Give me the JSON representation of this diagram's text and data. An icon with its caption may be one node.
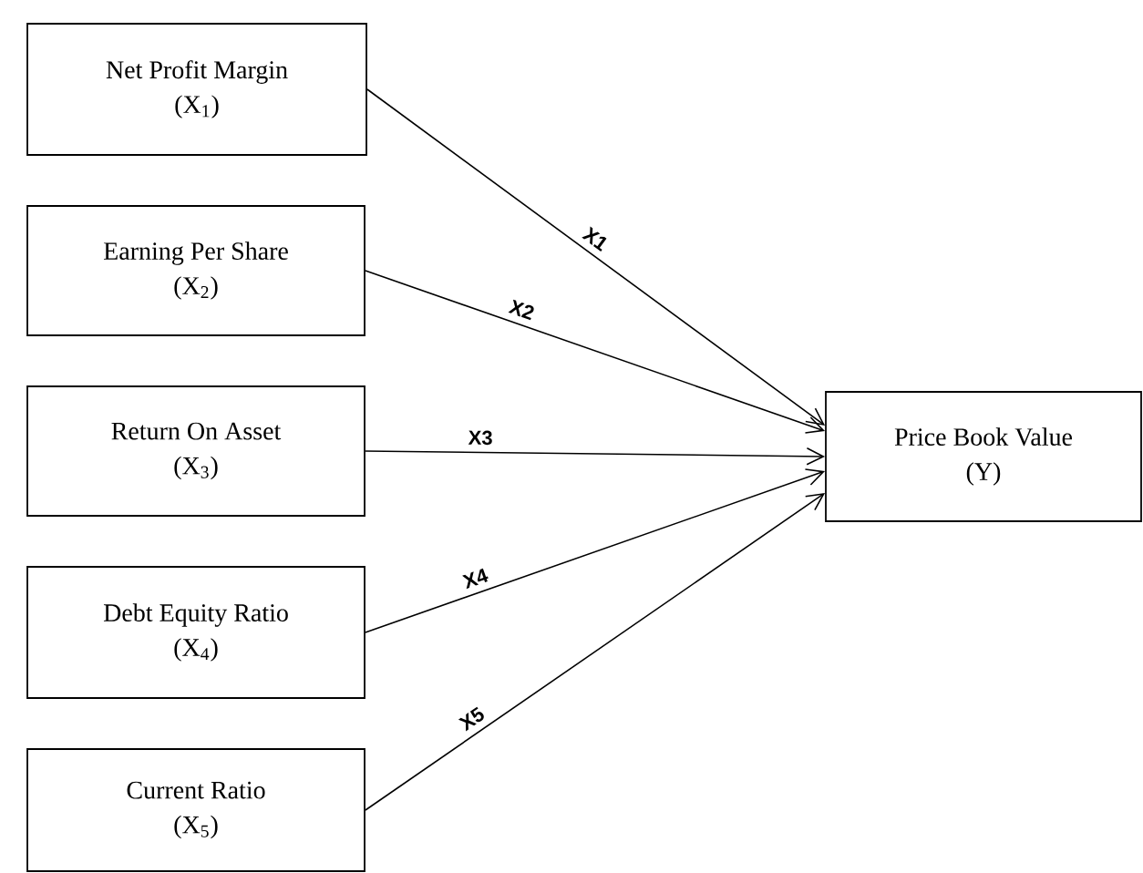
{
  "diagram": {
    "nodes": [
      {
        "text": [
          "Net Profit Margin",
          "(X$_{1}$)"
        ]
      },
      {
        "text": [
          "Earning Per Share",
          "(X$_{2}$)"
        ]
      },
      {
        "text": [
          "Return On Asset",
          "(X$_{3}$)"
        ]
      },
      {
        "text": [
          "Debt Equity Ratio",
          "(X$_{4}$)"
        ]
      },
      {
        "text": [
          "Current Ratio",
          "(X$_{5}$)"
        ]
      },
      {
        "text": [
          "Price Book Value",
          "(Y)"
        ]
      }
    ],
    "edges": [
      {
        "from": 0,
        "to": 5,
        "arrow": "to",
        "label": "X1"
      },
      {
        "from": 1,
        "to": 5,
        "arrow": "to",
        "label": "X2"
      },
      {
        "from": 2,
        "to": 5,
        "arrow": "to",
        "label": "X3"
      },
      {
        "from": 3,
        "to": 5,
        "arrow": "to",
        "label": "X4"
      },
      {
        "from": 4,
        "to": 5,
        "arrow": "to",
        "label": "X5"
      }
    ]
  }
}
